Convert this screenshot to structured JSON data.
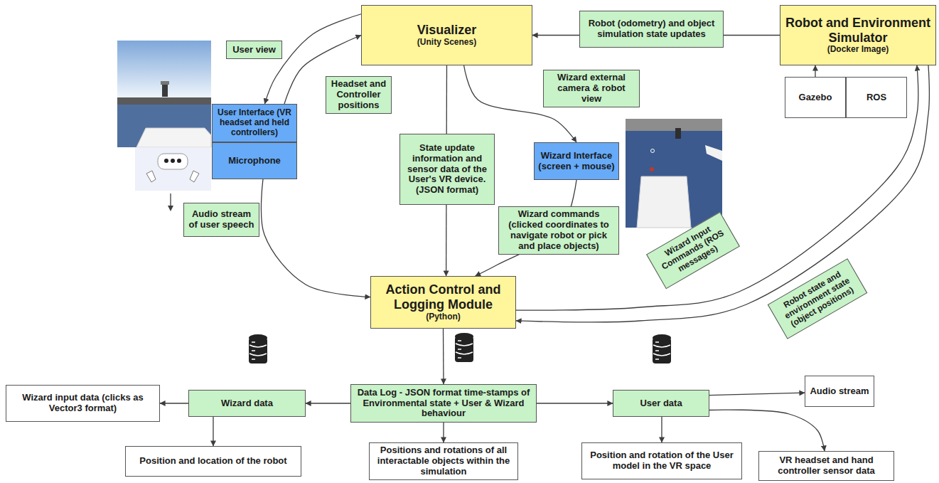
{
  "diagram": {
    "nodes": [
      {
        "text": [
          "Visualizer",
          "(Unity Scenes)"
        ]
      },
      {
        "text": [
          "Robot and Environment Simulator",
          "(Docker Image)"
        ]
      },
      {
        "text": [
          "Gazebo"
        ]
      },
      {
        "text": [
          "ROS"
        ]
      },
      {
        "text": [
          "User Interface (VR headset and held controllers)"
        ]
      },
      {
        "text": [
          "Microphone"
        ]
      },
      {
        "text": [
          "Wizard Interface (screen + mouse)"
        ]
      },
      {
        "text": [
          "Action Control and Logging Module",
          "(Python)"
        ]
      },
      {
        "text": [
          "Data Log - JSON format time-stamps of Environmental state + User & Wizard behaviour"
        ]
      },
      {
        "text": [
          "Wizard data"
        ]
      },
      {
        "text": [
          "User data"
        ]
      },
      {
        "text": [
          "Wizard input data (clicks as Vector3 format)"
        ]
      },
      {
        "text": [
          "Position and location of the robot"
        ]
      },
      {
        "text": [
          "Positions and rotations of all interactable objects within the simulation"
        ]
      },
      {
        "text": [
          "Position and rotation of the User model in the VR space"
        ]
      },
      {
        "text": [
          "Audio stream"
        ]
      },
      {
        "text": [
          "VR headset and hand controller sensor data"
        ]
      }
    ],
    "edges": [
      {
        "from": 1,
        "to": 0,
        "arrow": "to",
        "label": "Robot (odometry) and object simulation state updates"
      },
      {
        "from": 2,
        "to": 1,
        "arrow": "to"
      },
      {
        "from": 0,
        "to": 4,
        "arrow": "to",
        "label": "User view"
      },
      {
        "from": 4,
        "to": 0,
        "arrow": "to",
        "label": "Headset and Controller positions"
      },
      {
        "from": 0,
        "to": 7,
        "arrow": "to",
        "label": "State update information and sensor data of the User's VR device. (JSON format)"
      },
      {
        "from": 0,
        "to": 6,
        "arrow": "to",
        "label": "Wizard external camera & robot view"
      },
      {
        "from": 6,
        "to": 7,
        "arrow": "to",
        "label": "Wizard commands (clicked coordinates to navigate robot or pick and place objects)"
      },
      {
        "from": 5,
        "to": 7,
        "arrow": "to",
        "label": "Audio stream of user speech"
      },
      {
        "from": 7,
        "to": 1,
        "arrow": "to",
        "label": "Wizard Input Commands (ROS messages)"
      },
      {
        "from": 1,
        "to": 7,
        "arrow": "to",
        "label": "Robot state and environment state (object positions)"
      },
      {
        "from": 7,
        "to": 8,
        "arrow": "to"
      },
      {
        "from": 8,
        "to": 9,
        "arrow": "to"
      },
      {
        "from": 8,
        "to": 10,
        "arrow": "to"
      },
      {
        "from": 8,
        "to": 13,
        "arrow": "to"
      },
      {
        "from": 9,
        "to": 11,
        "arrow": "to"
      },
      {
        "from": 9,
        "to": 12,
        "arrow": "to"
      },
      {
        "from": 10,
        "to": 14,
        "arrow": "to"
      },
      {
        "from": 10,
        "to": 15,
        "arrow": "to"
      },
      {
        "from": 10,
        "to": 16,
        "arrow": "to"
      }
    ]
  }
}
